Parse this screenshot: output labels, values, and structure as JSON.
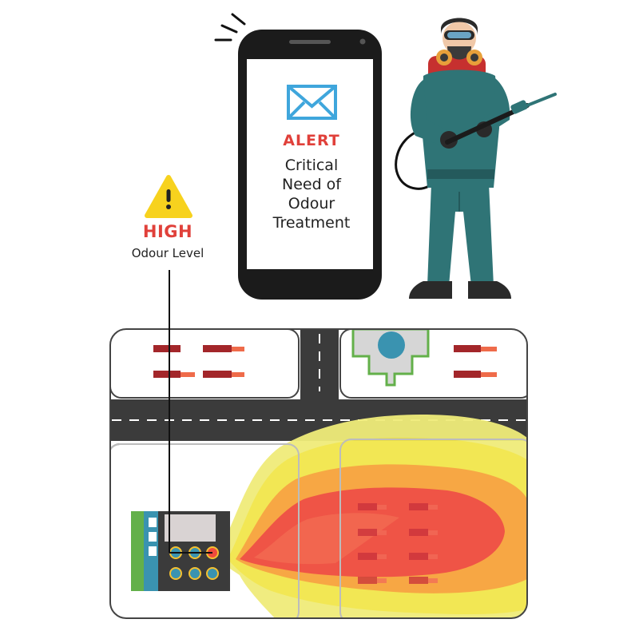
{
  "alert": {
    "label": "ALERT",
    "message": "Critical\nNeed of\nOdour\nTreatment",
    "icon": "envelope-icon"
  },
  "indicator": {
    "level": "HIGH",
    "caption": "Odour Level",
    "icon": "warning-icon"
  },
  "colors": {
    "alert_red": "#e0403a",
    "envelope_blue": "#3fa6dc",
    "warning_yellow": "#f7d21e",
    "suit_teal": "#2f7476",
    "road": "#3b3b3b",
    "plume_red": "#ef4b3d",
    "plume_orange": "#f7a33a",
    "plume_yellow": "#f2e64b"
  }
}
